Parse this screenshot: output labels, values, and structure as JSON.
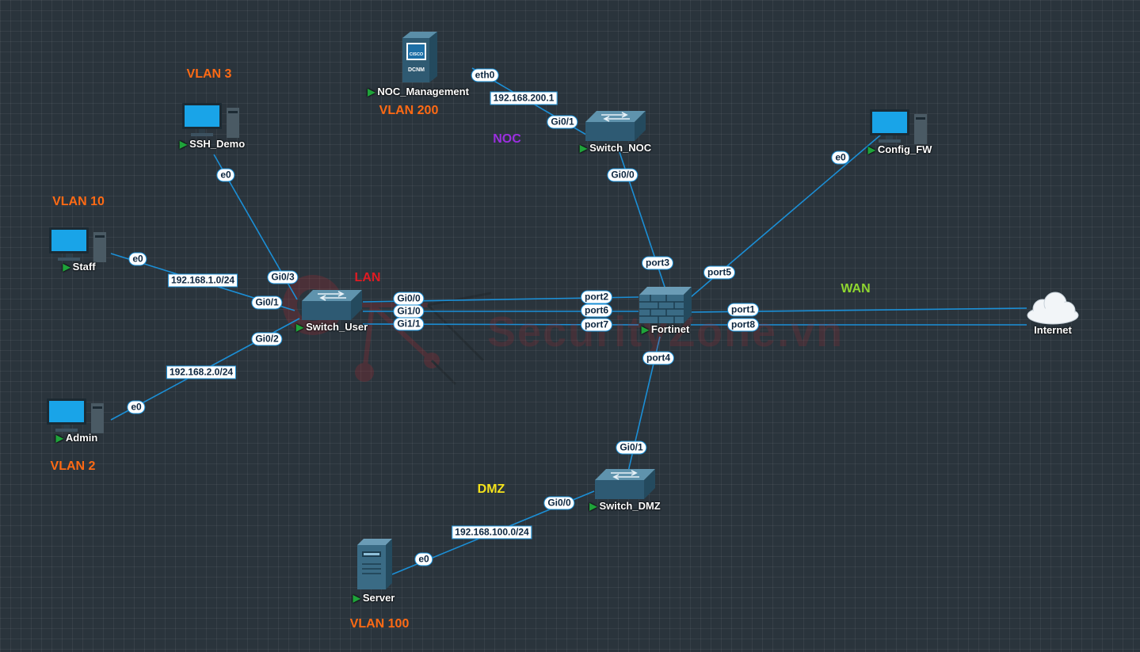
{
  "zones": [
    {
      "id": "vlan3",
      "text": "VLAN 3",
      "color": "#ff6a14"
    },
    {
      "id": "vlan200",
      "text": "VLAN 200",
      "color": "#ff6a14"
    },
    {
      "id": "noc",
      "text": "NOC",
      "color": "#9b2fe0"
    },
    {
      "id": "vlan10",
      "text": "VLAN 10",
      "color": "#ff6a14"
    },
    {
      "id": "lan",
      "text": "LAN",
      "color": "#e01b23"
    },
    {
      "id": "wan",
      "text": "WAN",
      "color": "#8fd630"
    },
    {
      "id": "vlan2",
      "text": "VLAN 2",
      "color": "#ff6a14"
    },
    {
      "id": "dmz",
      "text": "DMZ",
      "color": "#f4e21c"
    },
    {
      "id": "vlan100",
      "text": "VLAN 100",
      "color": "#ff6a14"
    }
  ],
  "nodes": [
    {
      "id": "noc_management",
      "label": "NOC_Management",
      "icon": "dcnm-server-icon",
      "icon_text": "DCNM",
      "icon_brand": "CISCO"
    },
    {
      "id": "ssh_demo",
      "label": "SSH_Demo",
      "icon": "desktop-pc-icon"
    },
    {
      "id": "switch_noc",
      "label": "Switch_NOC",
      "icon": "switch-icon"
    },
    {
      "id": "config_fw",
      "label": "Config_FW",
      "icon": "desktop-pc-icon"
    },
    {
      "id": "staff",
      "label": "Staff",
      "icon": "desktop-pc-icon"
    },
    {
      "id": "switch_user",
      "label": "Switch_User",
      "icon": "switch-icon"
    },
    {
      "id": "fortinet",
      "label": "Fortinet",
      "icon": "firewall-icon"
    },
    {
      "id": "internet",
      "label": "Internet",
      "icon": "cloud-icon"
    },
    {
      "id": "admin",
      "label": "Admin",
      "icon": "desktop-pc-icon"
    },
    {
      "id": "switch_dmz",
      "label": "Switch_DMZ",
      "icon": "switch-icon"
    },
    {
      "id": "server",
      "label": "Server",
      "icon": "tower-server-icon"
    }
  ],
  "links": [
    {
      "from": "noc_management",
      "to": "switch_noc",
      "ports": [
        "eth0",
        "Gi0/1"
      ],
      "network": "192.168.200.1"
    },
    {
      "from": "ssh_demo",
      "to": "switch_user",
      "ports": [
        "e0",
        "Gi0/3"
      ]
    },
    {
      "from": "staff",
      "to": "switch_user",
      "ports": [
        "e0",
        "Gi0/1"
      ],
      "network": "192.168.1.0/24"
    },
    {
      "from": "admin",
      "to": "switch_user",
      "ports": [
        "e0",
        "Gi0/2"
      ],
      "network": "192.168.2.0/24"
    },
    {
      "from": "switch_noc",
      "to": "fortinet",
      "ports": [
        "Gi0/0",
        "port3"
      ]
    },
    {
      "from": "config_fw",
      "to": "fortinet",
      "ports": [
        "e0",
        "port5"
      ]
    },
    {
      "from": "switch_user",
      "to": "fortinet",
      "ports": [
        "Gi0/0",
        "port2"
      ]
    },
    {
      "from": "switch_user",
      "to": "fortinet",
      "ports": [
        "Gi1/0",
        "port6"
      ]
    },
    {
      "from": "switch_user",
      "to": "fortinet",
      "ports": [
        "Gi1/1",
        "port7"
      ]
    },
    {
      "from": "fortinet",
      "to": "internet",
      "ports": [
        "port1"
      ]
    },
    {
      "from": "fortinet",
      "to": "internet",
      "ports": [
        "port8"
      ]
    },
    {
      "from": "fortinet",
      "to": "switch_dmz",
      "ports": [
        "port4",
        "Gi0/1"
      ]
    },
    {
      "from": "switch_dmz",
      "to": "server",
      "ports": [
        "Gi0/0",
        "e0"
      ],
      "network": "192.168.100.0/24"
    }
  ],
  "watermark": "SecurityZone.vn",
  "colors": {
    "link": "#1b8fd6",
    "label_text": "#ffffff",
    "running": "#1fa33a",
    "device": "#3f6e86"
  }
}
